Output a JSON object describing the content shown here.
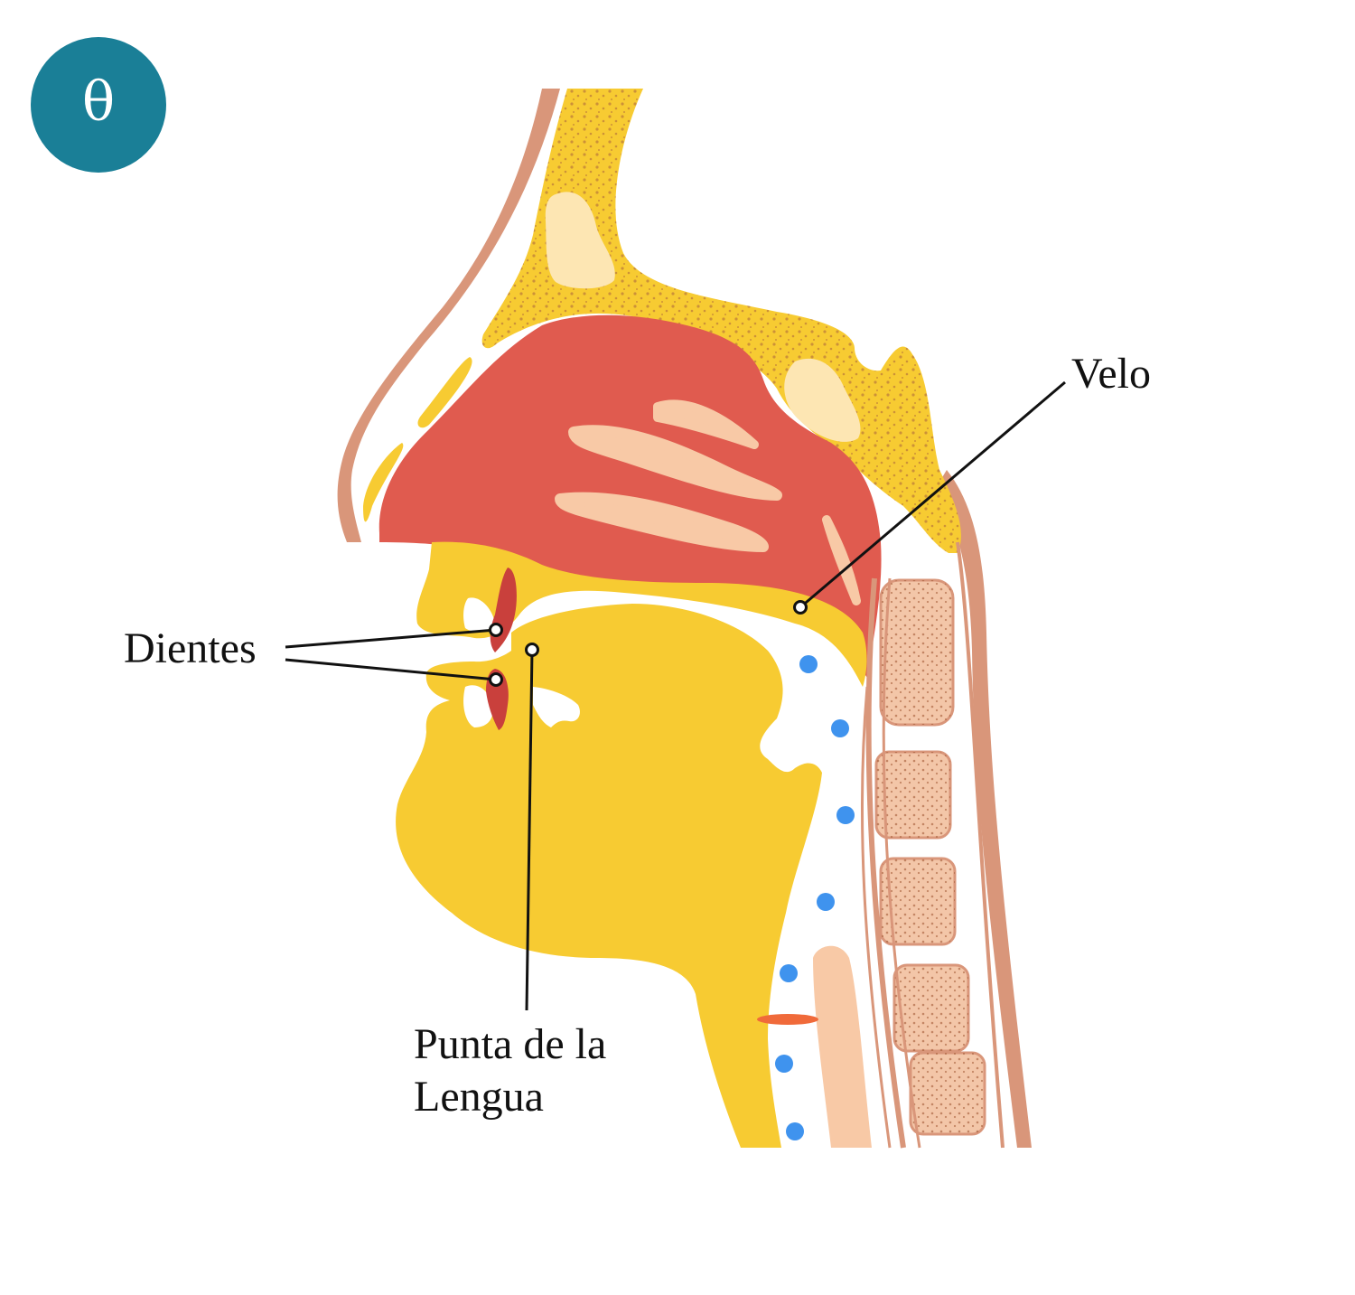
{
  "badge": {
    "symbol": "θ",
    "color": "#1a7f97"
  },
  "labels": {
    "velo": "Velo",
    "dientes": "Dientes",
    "punta_line1": "Punta de la",
    "punta_line2": "Lengua"
  },
  "colors": {
    "skin_outline": "#d9967a",
    "tissue_yellow": "#f7cb32",
    "nasal_cavity_red": "#e05b4f",
    "turbinate_pink": "#f8c9a6",
    "sinus_cream": "#fde6b3",
    "bone_dots": "#b06a3c",
    "vertebra_pink": "#f3c6a8",
    "airflow_dots": "#3f93ee",
    "vocal_cords": "#f06a3a",
    "teeth": "#c9403c"
  },
  "icons": {
    "badge": "theta-symbol-badge"
  }
}
